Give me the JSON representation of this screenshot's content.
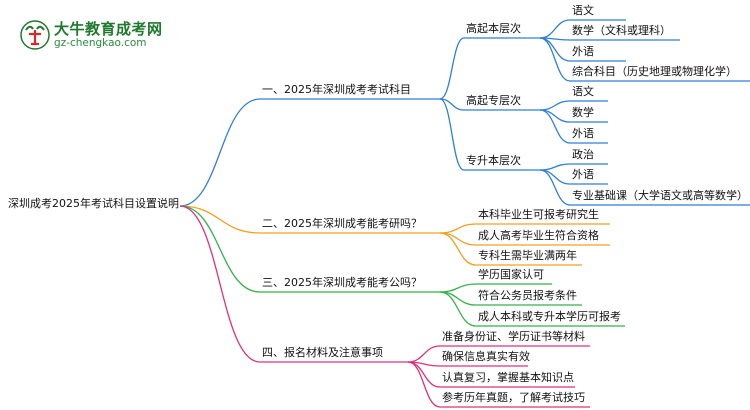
{
  "logo": {
    "title": "大牛教育成考网",
    "url": "gz-chengkao.com",
    "icon": "bull-logo-icon"
  },
  "mindmap": {
    "root": "深圳成考2025年考试科目设置说明",
    "branches": [
      {
        "label": "一、2025年深圳成考考试科目",
        "color": "#2f7fd8",
        "children": [
          {
            "label": "高起本层次",
            "children": [
              "语文",
              "数学（文科或理科）",
              "外语",
              "综合科目（历史地理或物理化学）"
            ]
          },
          {
            "label": "高起专层次",
            "children": [
              "语文",
              "数学",
              "外语"
            ]
          },
          {
            "label": "专升本层次",
            "children": [
              "政治",
              "外语",
              "专业基础课（大学语文或高等数学）"
            ]
          }
        ]
      },
      {
        "label": "二、2025年深圳成考能考研吗？",
        "color": "#f0a020",
        "children": [
          "本科毕业生可报考研究生",
          "成人高考毕业生符合资格",
          "专科生需毕业满两年"
        ]
      },
      {
        "label": "三、2025年深圳成考能考公吗？",
        "color": "#33b24a",
        "children": [
          "学历国家认可",
          "符合公务员报考条件",
          "成人本科或专升本学历可报考"
        ]
      },
      {
        "label": "四、报名材料及注意事项",
        "color": "#e0307a",
        "children": [
          "准备身份证、学历证书等材料",
          "确保信息真实有效",
          "认真复习，掌握基本知识点",
          "参考历年真题，了解考试技巧"
        ]
      }
    ]
  }
}
